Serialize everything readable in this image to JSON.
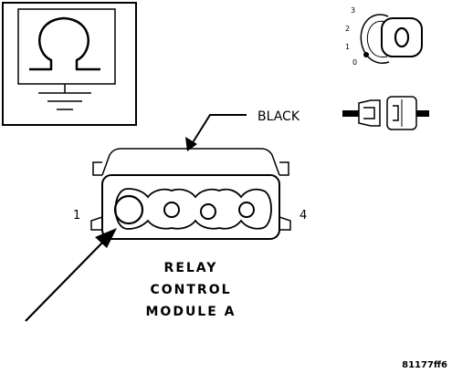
{
  "ignition_positions": [
    "3",
    "2",
    "1",
    "0"
  ],
  "key_glyph": "O",
  "wire_color_label": "BLACK",
  "pin_labels": {
    "first": "1",
    "last": "4"
  },
  "component_title_lines": [
    "RELAY",
    "CONTROL",
    "MODULE A"
  ],
  "figure_code": "81177ff6"
}
